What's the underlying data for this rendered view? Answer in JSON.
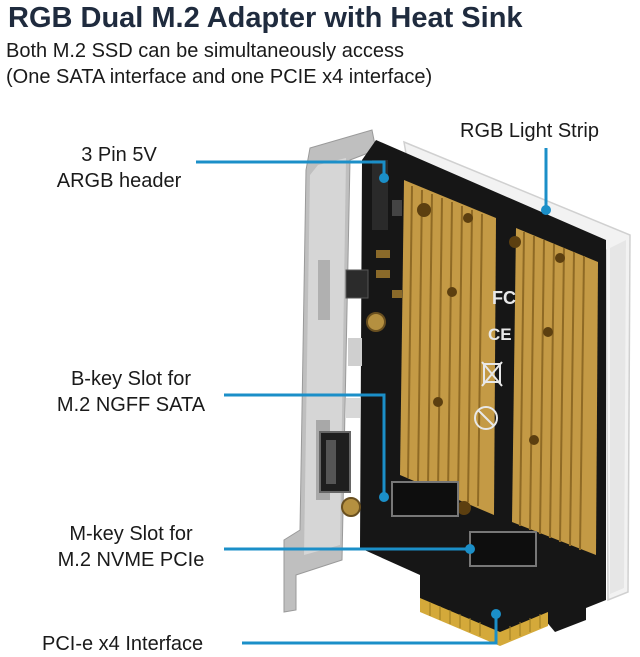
{
  "header": {
    "title": "RGB Dual M.2 Adapter with Heat Sink",
    "subtitle_line1": "Both M.2 SSD can be simultaneously access",
    "subtitle_line2": "(One SATA interface and one PCIE x4 interface)"
  },
  "callouts": {
    "rgb_light_strip": "RGB Light Strip",
    "argb_header_line1": "3 Pin 5V",
    "argb_header_line2": "ARGB header",
    "b_key_line1": "B-key Slot for",
    "b_key_line2": "M.2 NGFF SATA",
    "m_key_line1": "M-key Slot for",
    "m_key_line2": "M.2 NVME PCIe",
    "pcie_interface": "PCI-e x4 Interface"
  },
  "colors": {
    "title": "#1f2b3e",
    "callout_line": "#1b8fc8",
    "pcb": "#161616",
    "heatsink": "#c9a04a",
    "gold_fingers": "#d4a93a",
    "bracket": "#c8c8c8"
  }
}
